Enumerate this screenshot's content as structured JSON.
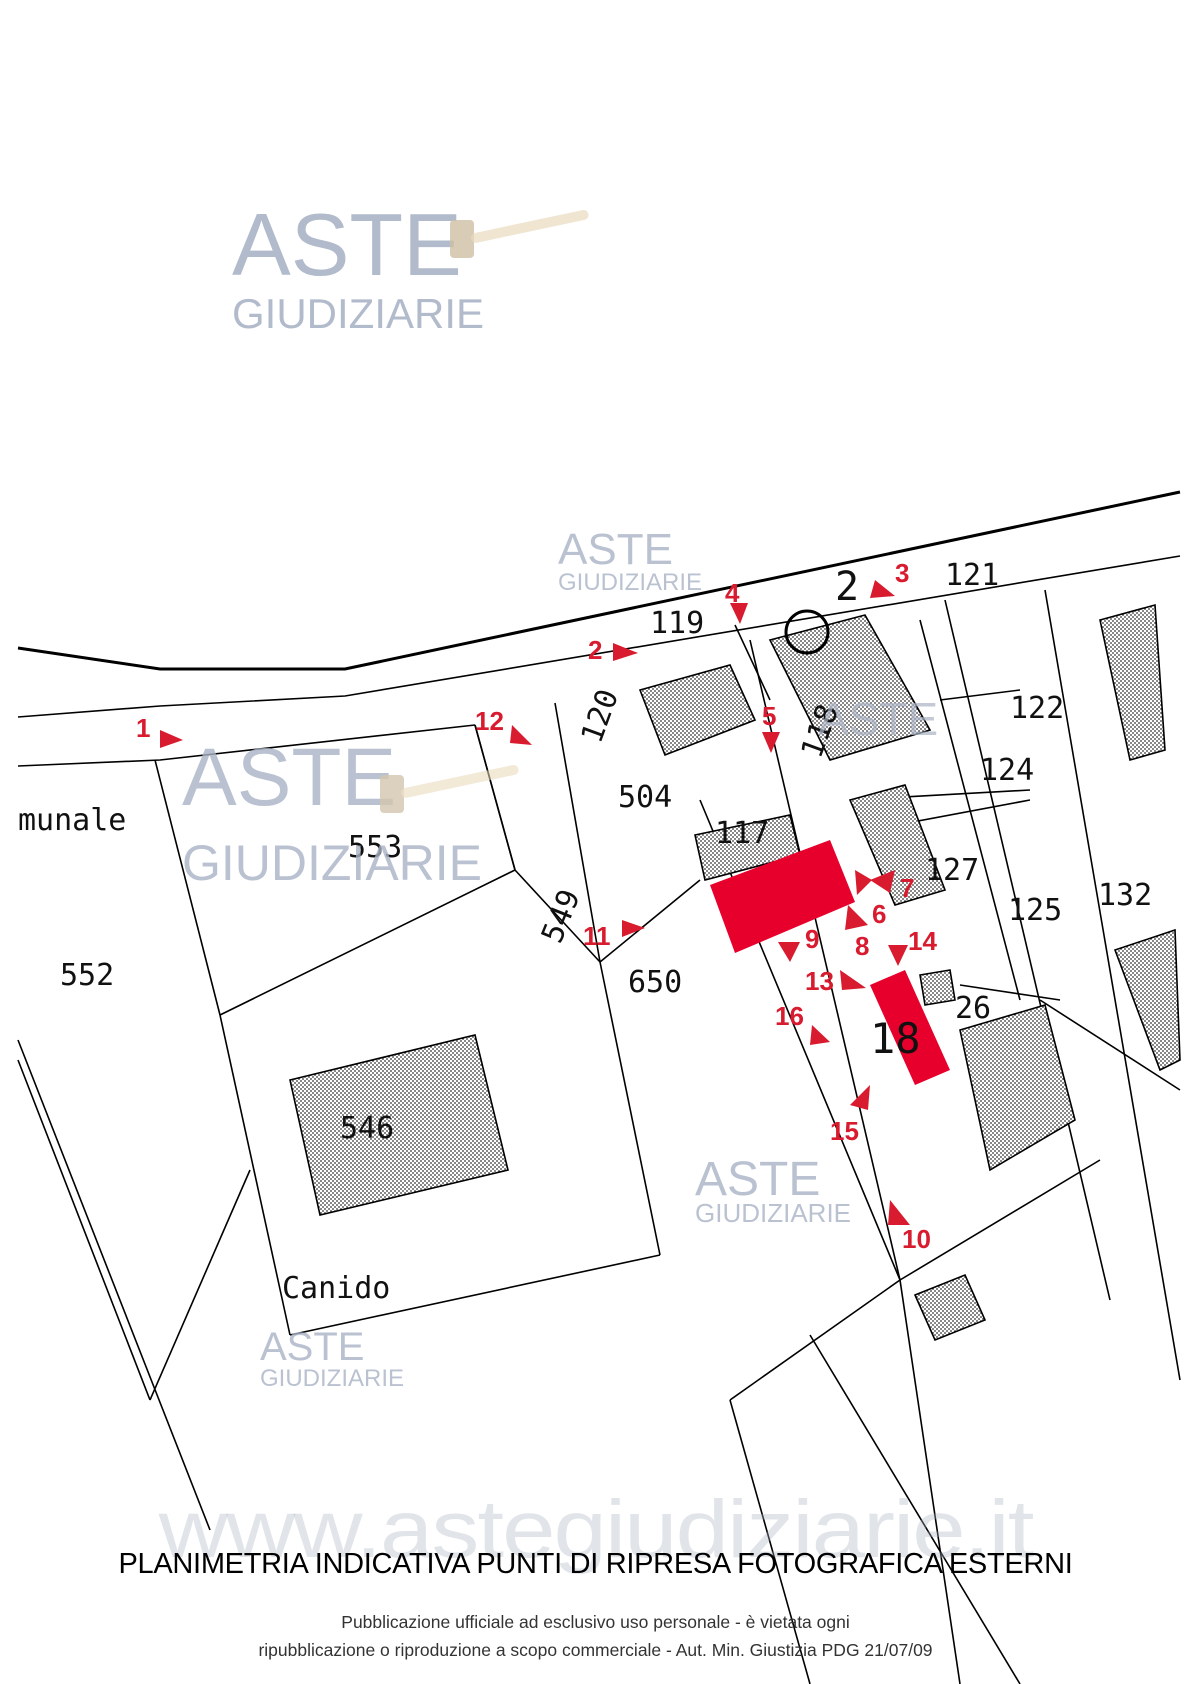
{
  "watermark": {
    "line1": "ASTE",
    "line2": "GIUDIZIARIE",
    "site": "www.astegiudiziarie.it",
    "color": "#aab4c6"
  },
  "title": "PLANIMETRIA INDICATIVA PUNTI DI RIPRESA FOTOGRAFICA ESTERNI",
  "notice": {
    "line1": "Pubblicazione ufficiale ad esclusivo uso personale - è vietata ogni",
    "line2": "ripubblicazione o riproduzione a scopo commerciale - Aut. Min. Giustizia PDG 21/07/09"
  },
  "map": {
    "parcel_labels": {
      "p119": "119",
      "p121": "121",
      "p122": "122",
      "p124": "124",
      "p127": "127",
      "p125": "125",
      "p132": "132",
      "p504": "504",
      "p553": "553",
      "p549": "549",
      "p552": "552",
      "p650": "650",
      "p546": "546",
      "p126": "26",
      "p117": "117",
      "p118": "118",
      "p120": "120",
      "road_label": "munale",
      "place_label": "Canido",
      "sheet_number": "2",
      "big_marker": "18"
    },
    "photo_points": [
      "1",
      "2",
      "3",
      "4",
      "5",
      "6",
      "7",
      "8",
      "9",
      "10",
      "11",
      "12",
      "13",
      "14",
      "15",
      "16"
    ],
    "accent_color": "#e8002c",
    "point_color": "#d81b2e"
  }
}
